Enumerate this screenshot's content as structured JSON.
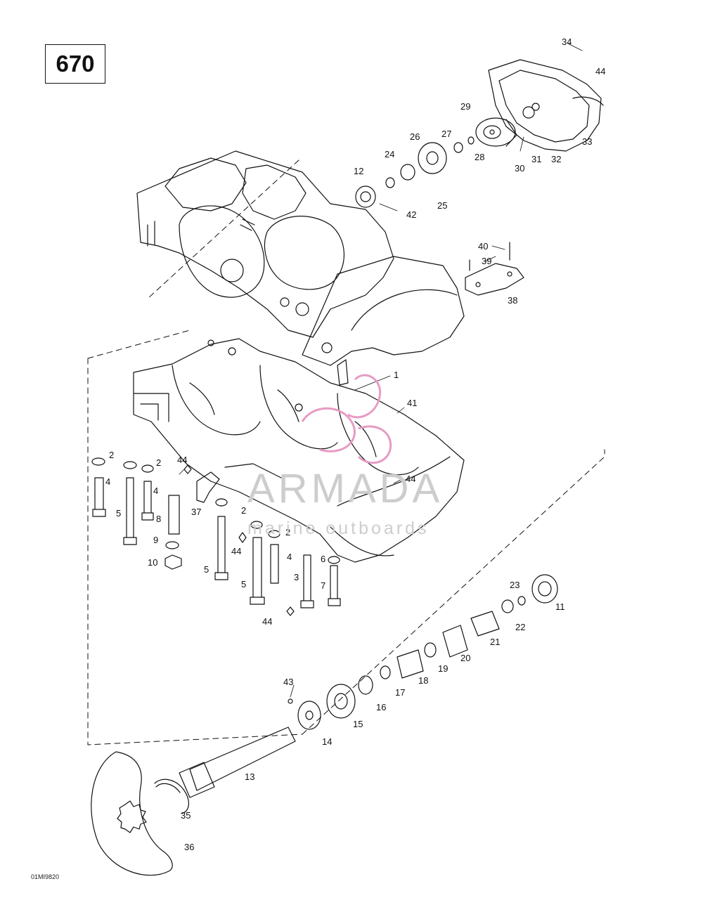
{
  "page_code": "670",
  "drawing_code": "01MI9820",
  "watermark": {
    "title": "ARMADA",
    "subtitle": "marine outboards",
    "accent": "#e79bc4"
  },
  "line_color": "#111111",
  "callouts": [
    "1",
    "2",
    "3",
    "4",
    "5",
    "6",
    "7",
    "8",
    "9",
    "10",
    "11",
    "12",
    "13",
    "14",
    "15",
    "16",
    "17",
    "18",
    "19",
    "20",
    "21",
    "22",
    "23",
    "24",
    "25",
    "26",
    "27",
    "28",
    "29",
    "30",
    "31",
    "32",
    "33",
    "34",
    "35",
    "36",
    "37",
    "38",
    "39",
    "40",
    "41",
    "42",
    "43",
    "44"
  ]
}
